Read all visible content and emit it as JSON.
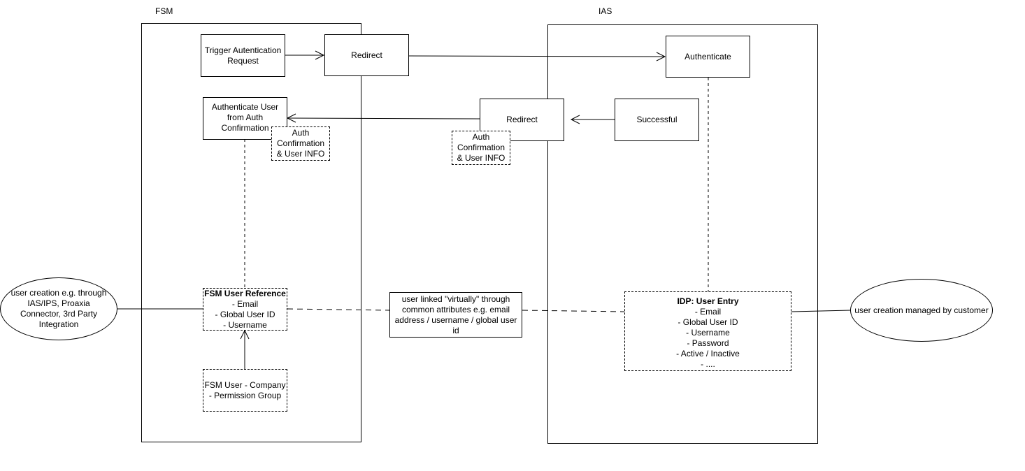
{
  "lanes": {
    "fsm_title": "FSM",
    "ias_title": "IAS"
  },
  "nodes": {
    "trigger": "Trigger Autentication Request",
    "redirect_fsm": "Redirect",
    "authenticate": "Authenticate",
    "auth_user": "Authenticate User from Auth Confirmation",
    "auth_info_fsm": "Auth Confirmation & User INFO",
    "redirect_ias": "Redirect",
    "auth_info_ias": "Auth Confirmation & User INFO",
    "successful": "Successful",
    "fsm_ref": {
      "title": "FSM User Reference",
      "lines": [
        "- Email",
        "- Global User ID",
        "- Username"
      ]
    },
    "fsm_company": {
      "lines": [
        "FSM User - Company",
        "- Permission Group"
      ]
    },
    "link": "user linked \"virtually\" through common attributes e.g. email address / username / global user id",
    "idp": {
      "title": "IDP: User Entry",
      "lines": [
        "- Email",
        "- Global User ID",
        "- Username",
        "- Password",
        "- Active / Inactive",
        "- ...."
      ]
    },
    "user_creation_left": "user creation e.g. through IAS/IPS, Proaxia Connector, 3rd Party Integration",
    "user_creation_right": "user creation managed by customer"
  }
}
